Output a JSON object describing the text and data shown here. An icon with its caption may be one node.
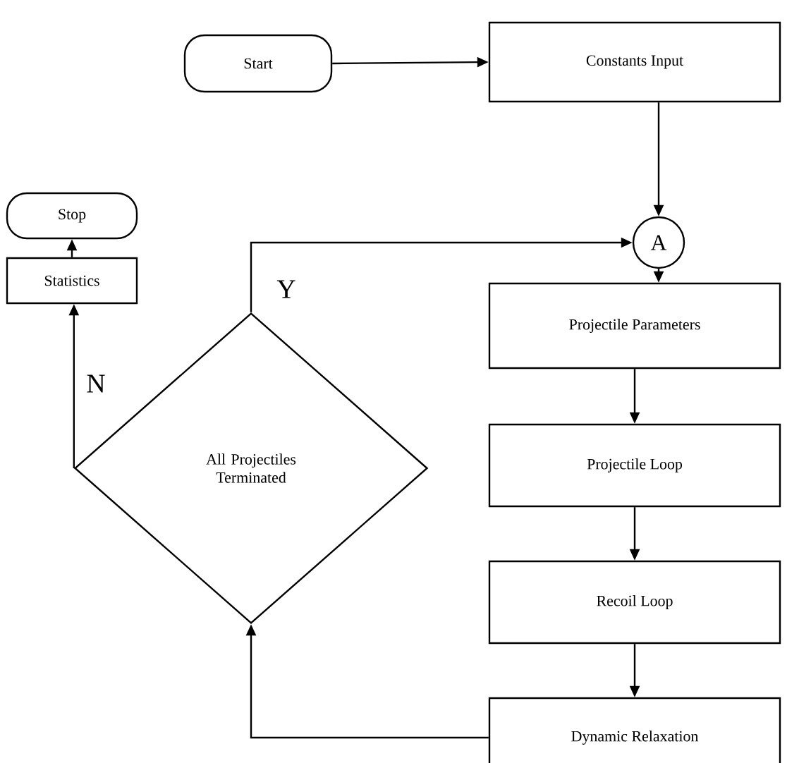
{
  "diagram": {
    "nodes": [
      {
        "text": [
          "Start"
        ]
      },
      {
        "text": [
          "Constants Input"
        ]
      },
      {
        "text": [
          "Stop"
        ]
      },
      {
        "text": [
          "A"
        ]
      },
      {
        "text": [
          "Statistics"
        ]
      },
      {
        "text": [
          "All Projectiles Terminated"
        ]
      },
      {
        "text": [
          "Projectile Parameters"
        ]
      },
      {
        "text": [
          "Projectile Loop"
        ]
      },
      {
        "text": [
          "Recoil Loop"
        ]
      },
      {
        "text": [
          "Dynamic Relaxation"
        ]
      }
    ],
    "edges": [
      {
        "from": 0,
        "to": 1,
        "arrow": "to"
      },
      {
        "from": 1,
        "to": 3,
        "arrow": "to"
      },
      {
        "from": 3,
        "to": 6,
        "arrow": "to"
      },
      {
        "from": 6,
        "to": 7,
        "arrow": "to"
      },
      {
        "from": 7,
        "to": 8,
        "arrow": "to"
      },
      {
        "from": 8,
        "to": 9,
        "arrow": "to"
      },
      {
        "from": 9,
        "to": 5,
        "arrow": "to"
      },
      {
        "from": 5,
        "to": 3,
        "arrow": "to",
        "label": "Y"
      },
      {
        "from": 5,
        "to": 4,
        "arrow": "to",
        "label": "N"
      },
      {
        "from": 4,
        "to": 2,
        "arrow": "to"
      }
    ]
  }
}
